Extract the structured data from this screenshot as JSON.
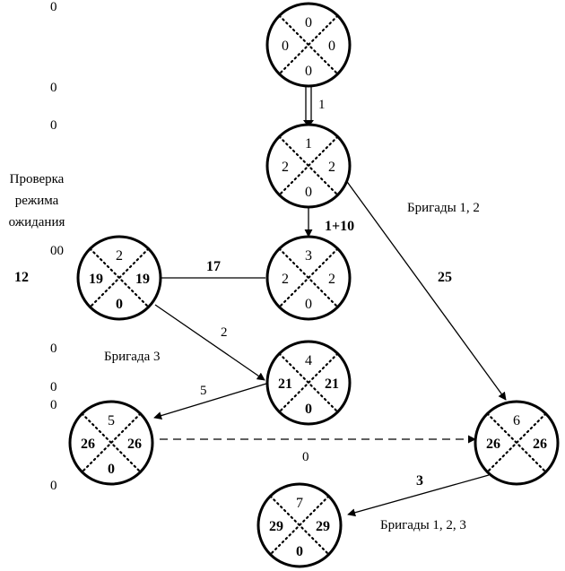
{
  "left_margin_numbers": [
    "0",
    "0",
    "0",
    "00",
    "0",
    "0",
    "0",
    "0"
  ],
  "wait_check_label": [
    "Проверка",
    "режима",
    "ожидания"
  ],
  "side_number": "12",
  "team_labels": {
    "teams_1_2": "Бригады 1, 2",
    "team_3": "Бригада 3",
    "teams_1_2_3": "Бригады 1, 2, 3"
  },
  "nodes": [
    {
      "id": "n0",
      "top": "0",
      "left": "0",
      "right": "0",
      "bottom": "0",
      "bold": false
    },
    {
      "id": "n1",
      "top": "1",
      "left": "2",
      "right": "2",
      "bottom": "0",
      "bold": false
    },
    {
      "id": "n2",
      "top": "2",
      "left": "19",
      "right": "19",
      "bottom": "0",
      "bold": true
    },
    {
      "id": "n3",
      "top": "3",
      "left": "2",
      "right": "2",
      "bottom": "0",
      "bold": false
    },
    {
      "id": "n4",
      "top": "4",
      "left": "21",
      "right": "21",
      "bottom": "0",
      "bold": true
    },
    {
      "id": "n5",
      "top": "5",
      "left": "26",
      "right": "26",
      "bottom": "0",
      "bold": true
    },
    {
      "id": "n6",
      "top": "6",
      "left": "26",
      "right": "26",
      "bottom": "",
      "bold": true
    },
    {
      "id": "n7",
      "top": "7",
      "left": "29",
      "right": "29",
      "bottom": "0",
      "bold": true
    }
  ],
  "edges": [
    {
      "from": "n0",
      "to": "n1",
      "label": "1",
      "bold": false
    },
    {
      "from": "n1",
      "to": "n3",
      "label": "1+10",
      "bold": true
    },
    {
      "from": "n1",
      "to": "n6",
      "label": "25",
      "bold": true
    },
    {
      "from": "n2",
      "to": "n3",
      "label": "17",
      "bold": true
    },
    {
      "from": "n2",
      "to": "n4",
      "label": "2",
      "bold": false
    },
    {
      "from": "n4",
      "to": "n5",
      "label": "5",
      "bold": false
    },
    {
      "from": "n5",
      "to": "n6",
      "label": "0",
      "bold": false,
      "dummy": true
    },
    {
      "from": "n6",
      "to": "n7",
      "label": "3",
      "bold": true
    }
  ]
}
